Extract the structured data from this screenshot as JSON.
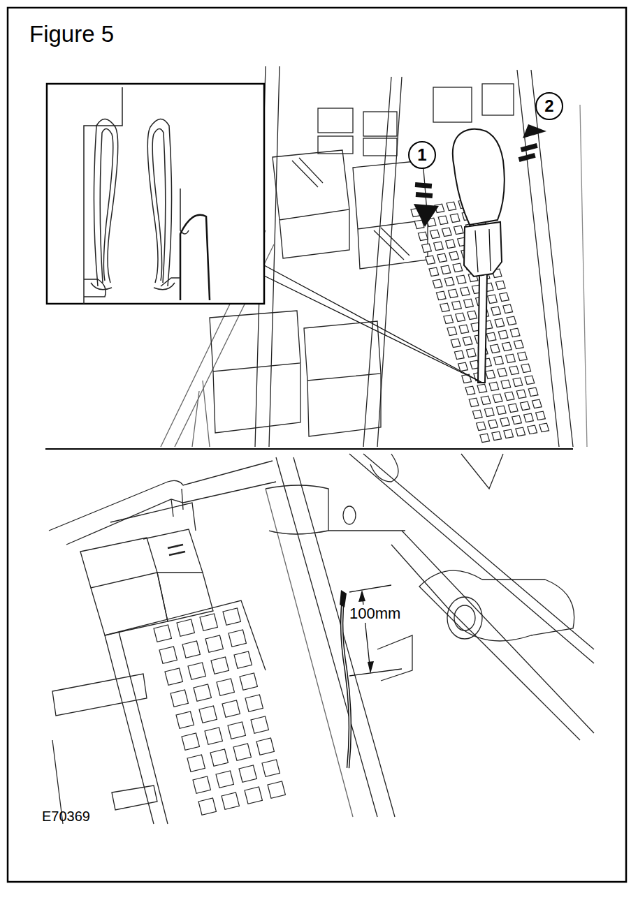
{
  "diagram": {
    "title": "Figure 5",
    "nodes": [
      {
        "text": [
          "1"
        ]
      },
      {
        "text": [
          "2"
        ]
      }
    ],
    "labels": [
      "100mm",
      "E70369"
    ]
  }
}
